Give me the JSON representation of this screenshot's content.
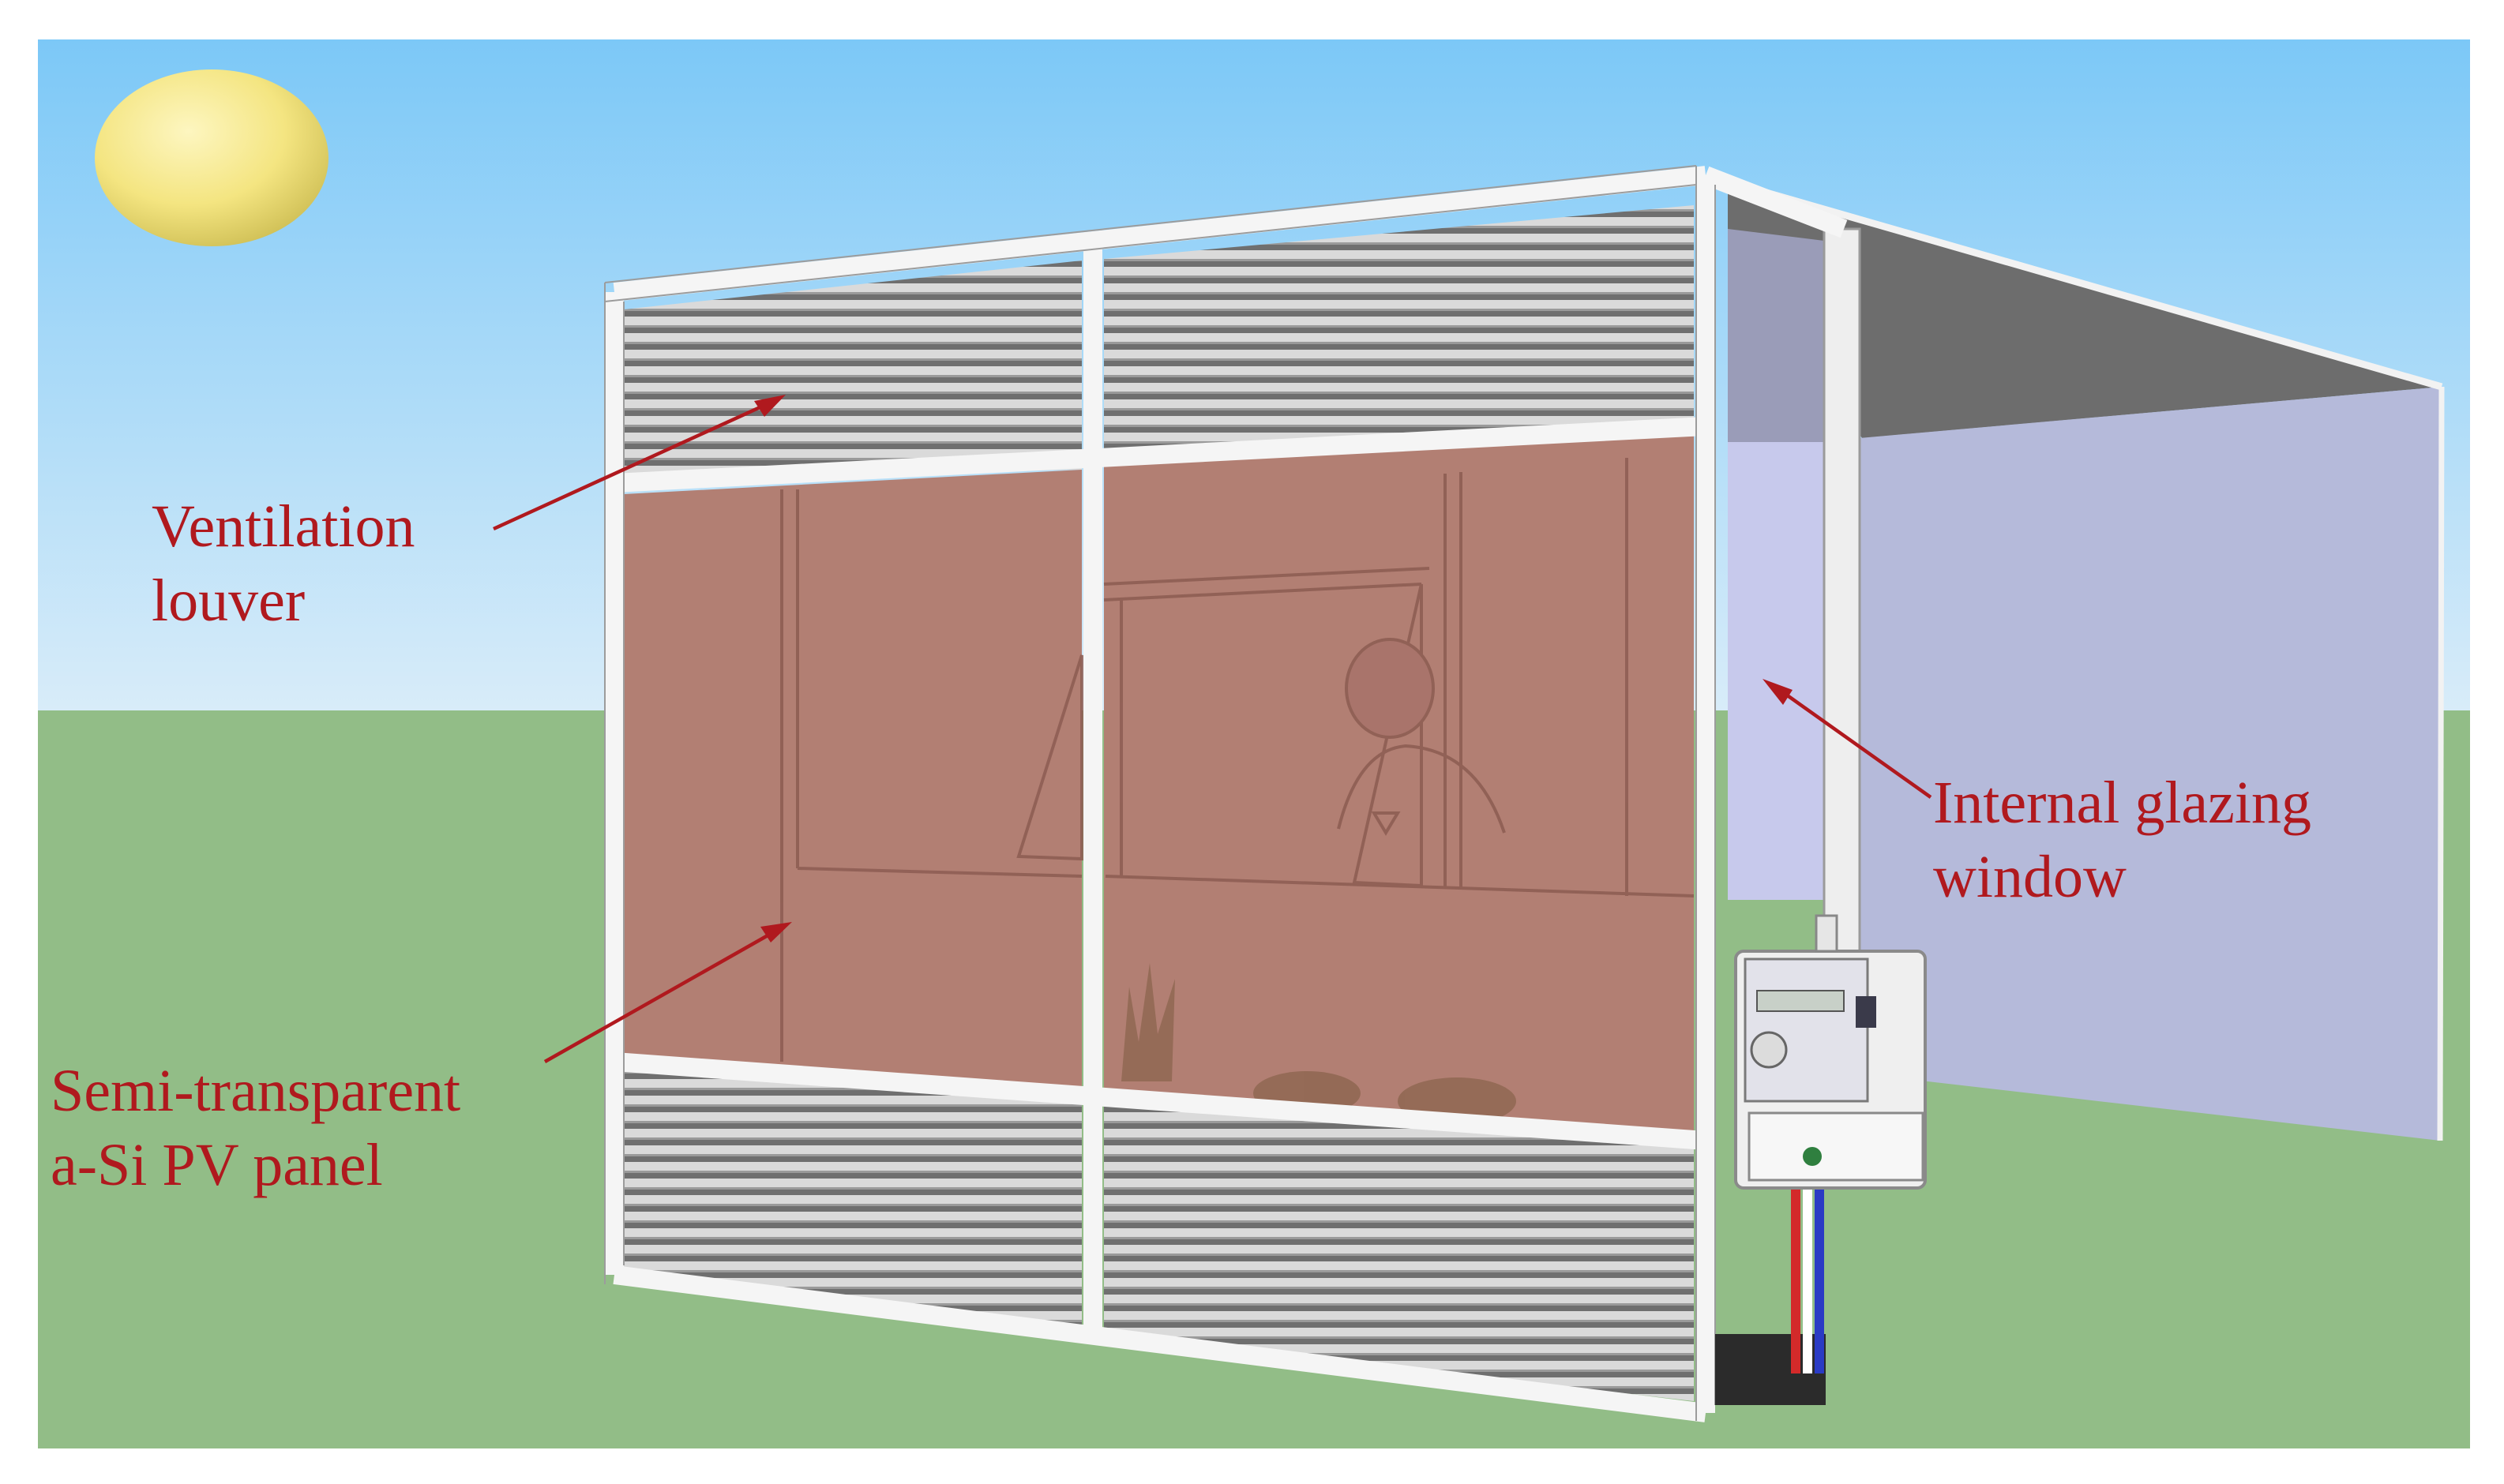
{
  "labels": {
    "ventilation": [
      "Ventilation",
      "louver"
    ],
    "pv": [
      "Semi-transparent",
      "a-Si PV panel"
    ],
    "glazing": [
      "Internal glazing",
      "window"
    ]
  },
  "colors": {
    "sky_top": "#7cc8f7",
    "sky_bottom": "#d8ecf9",
    "grass": "#92bd87",
    "sun": "#f4e581",
    "pv_panel": "#b27f73",
    "glazing": "#c7c9ec",
    "side_wall": "#b5bada",
    "roof": "#6d6d6d",
    "frame": "#f5f5f5",
    "label": "#b0191e"
  }
}
